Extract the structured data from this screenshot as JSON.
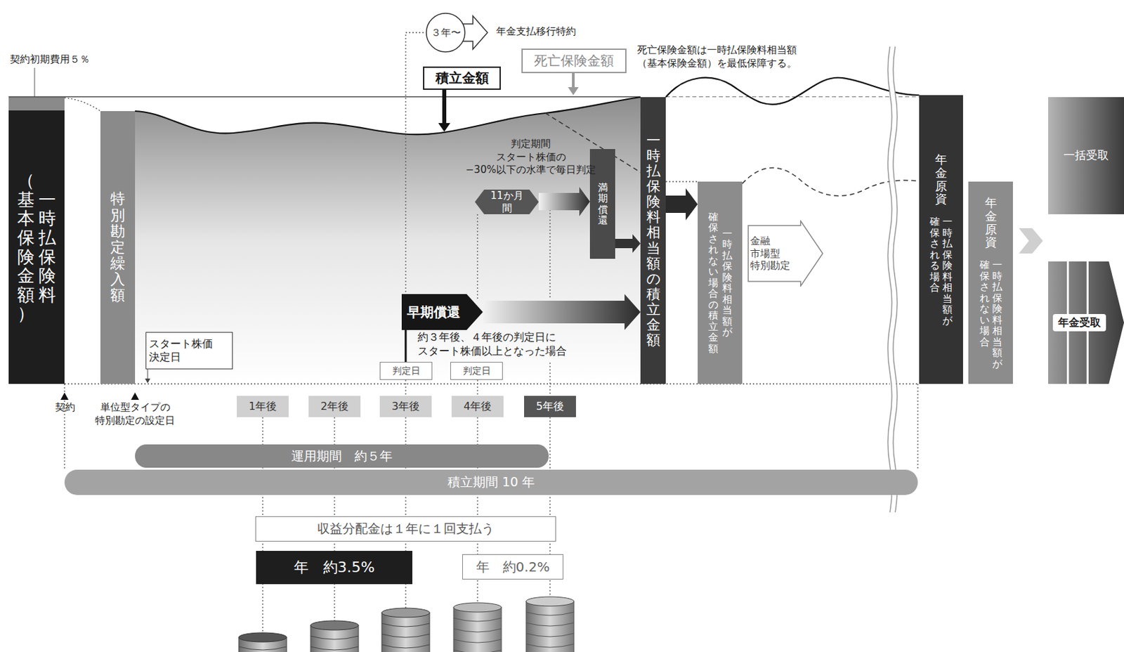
{
  "diagram": {
    "nodes": [
      {
        "text": [
          "一時払保険料",
          "（基本保険金額）"
        ]
      },
      {
        "text": [
          "特別勘定繰入額"
        ]
      },
      {
        "text": [
          "スタート株価 決定日"
        ]
      },
      {
        "text": [
          "判定日"
        ]
      },
      {
        "text": [
          "判定日"
        ]
      },
      {
        "text": [
          "早期償還"
        ]
      },
      {
        "text": [
          "満期償還"
        ]
      },
      {
        "text": [
          "一時払保険料相当額の積立金額"
        ]
      },
      {
        "text": [
          "一時払保険料相当額が",
          "確保されない場合の積立金額"
        ]
      },
      {
        "text": [
          "金融 市場型 特別勘定"
        ]
      },
      {
        "text": [
          "年金原資",
          "一時払保険料相当額が",
          "確保される場合"
        ]
      },
      {
        "text": [
          "年金原資",
          "一時払保険料相当額が",
          "確保されない場合"
        ]
      },
      {
        "text": [
          "一括受取"
        ]
      },
      {
        "text": [
          "年金受取"
        ]
      },
      {
        "text": [
          "積立金額"
        ]
      },
      {
        "text": [
          "死亡保険金額"
        ]
      },
      {
        "text": [
          "３年〜"
        ]
      },
      {
        "text": [
          "1年後"
        ]
      },
      {
        "text": [
          "2年後"
        ]
      },
      {
        "text": [
          "3年後"
        ]
      },
      {
        "text": [
          "4年後"
        ]
      },
      {
        "text": [
          "5年後"
        ]
      },
      {
        "text": [
          "運用期間　約５年"
        ]
      },
      {
        "text": [
          "積立期間 10 年"
        ]
      },
      {
        "text": [
          "収益分配金は１年に１回支払う"
        ]
      },
      {
        "text": [
          "年　約3.5%"
        ]
      },
      {
        "text": [
          "年　約0.2%"
        ]
      },
      {
        "text": [
          "11か月間"
        ]
      }
    ],
    "edges": [
      {
        "from": 27,
        "to": 6,
        "arrow": "to"
      },
      {
        "from": 6,
        "to": 7,
        "arrow": "to"
      },
      {
        "from": 5,
        "to": 7,
        "arrow": "to"
      },
      {
        "from": 7,
        "to": 8,
        "arrow": "to"
      }
    ],
    "labels": [
      "契約初期費用５％",
      "年金支払移行特約",
      "死亡保険金額は一時払保険料相当額 （基本保険金額）を最低保障する。",
      "判定期間 スタート株価の −30%以下の水準で毎日判定",
      "約３年後、４年後の判定日に スタート株価以上となった場合",
      "契約",
      "単位型タイプの 特別勘定の設定日"
    ]
  }
}
